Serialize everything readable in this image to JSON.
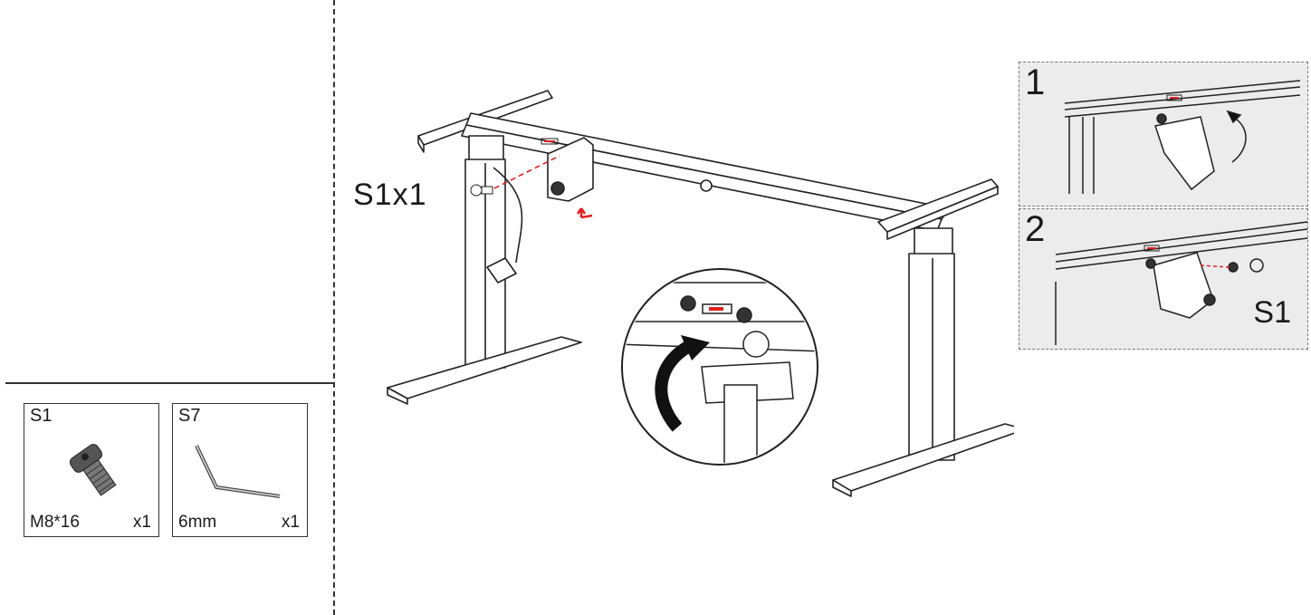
{
  "main": {
    "qty_label": "S1x1"
  },
  "parts": [
    {
      "code": "S1",
      "spec": "M8*16",
      "qty": "x1"
    },
    {
      "code": "S7",
      "spec": "6mm",
      "qty": "x1"
    }
  ],
  "details": [
    {
      "number": "1",
      "tag": ""
    },
    {
      "number": "2",
      "tag": "S1"
    }
  ],
  "colors": {
    "line": "#333333",
    "accent_red": "#e02020",
    "panel_bg": "#ececec"
  }
}
